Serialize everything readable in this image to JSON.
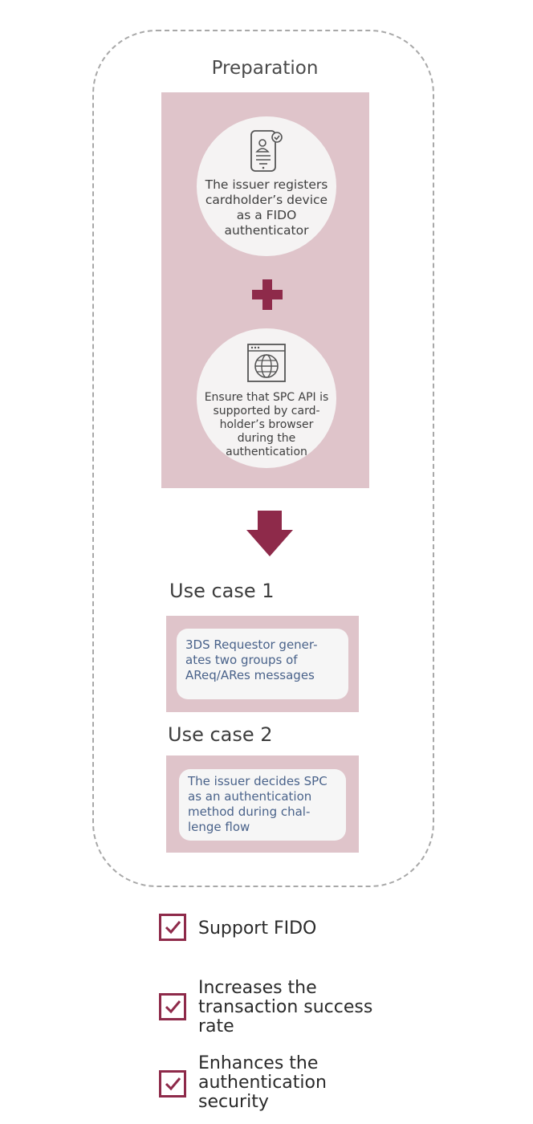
{
  "preparation": {
    "title": "Preparation",
    "step1": "The issuer registers cardholder’s device as a FIDO authenticator",
    "step2": "Ensure that SPC API is supported by card-holder’s browser during the authentication"
  },
  "use_cases": [
    {
      "title": "Use case 1",
      "text": "3DS Requestor gener-ates two groups of AReq/ARes messages"
    },
    {
      "title": "Use case 2",
      "text": "The issuer decides SPC as an authentication method during chal-lenge flow"
    }
  ],
  "benefits": [
    "Support FIDO",
    "Increases the\ntransaction success\nrate",
    "Enhances the\nauthentication\nsecurity"
  ],
  "colors": {
    "accent": "#8e2a4a",
    "panel": "#dfc4ca",
    "card_text": "#49628a"
  },
  "icons": [
    "mobile-id-icon",
    "browser-globe-icon",
    "plus-icon",
    "down-arrow-icon",
    "checkbox-icon"
  ]
}
